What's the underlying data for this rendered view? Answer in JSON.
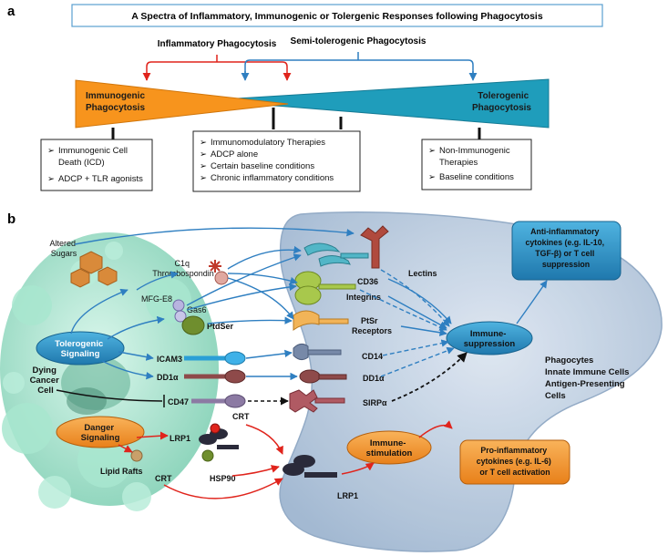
{
  "panel_a": {
    "label": "a",
    "title": "A Spectra of Inflammatory, Immunogenic or Tolergenic Responses following Phagocytosis",
    "inflammatory_label": "Inflammatory Phagocytosis",
    "semi_tolerogenic_label": "Semi-tolerogenic Phagocytosis",
    "immunogenic": [
      "Immunogenic",
      "Phagocytosis"
    ],
    "tolerogenic": [
      "Tolerogenic",
      "Phagocytosis"
    ],
    "box1": {
      "items": [
        [
          "Immunogenic Cell",
          "Death (ICD)"
        ],
        [
          "ADCP + TLR agonists"
        ]
      ]
    },
    "box2": {
      "items": [
        [
          "Immunomodulatory Therapies"
        ],
        [
          "ADCP alone"
        ],
        [
          "Certain baseline conditions"
        ],
        [
          "Chronic inflammatory conditions"
        ]
      ]
    },
    "box3": {
      "items": [
        [
          "Non-Immunogenic",
          "Therapies"
        ],
        [
          "Baseline conditions"
        ]
      ]
    }
  },
  "panel_b": {
    "label": "b",
    "altered_sugars": [
      "Altered",
      "Sugars"
    ],
    "c1q_thrombo": [
      "C1q",
      "Thrombospondin"
    ],
    "mfg_e8": "MFG-E8",
    "gas6": "Gas6",
    "ptdser": "PtdSer",
    "tolerogenic_signaling": [
      "Tolerogenic",
      "Signaling"
    ],
    "icam3": "ICAM3",
    "dd1a_left": "DD1α",
    "cd47": "CD47",
    "dying_cancer_cell": [
      "Dying",
      "Cancer",
      "Cell"
    ],
    "danger_signaling": [
      "Danger",
      "Signaling"
    ],
    "lrp1_left": "LRP1",
    "crt_top": "CRT",
    "lipid_rafts": "Lipid Rafts",
    "crt_bottom": "CRT",
    "hsp90": "HSP90",
    "lectins": "Lectins",
    "cd36": "CD36",
    "integrins": "Integrins",
    "ptsr_receptors": [
      "PtSr",
      "Receptors"
    ],
    "cd14": "CD14",
    "dd1a_right": "DD1α",
    "sirpa": "SIRPα",
    "lrp1_right": "LRP1",
    "immune_suppression": [
      "Immune-",
      "suppression"
    ],
    "immune_stimulation": [
      "Immune-",
      "stimulation"
    ],
    "anti_inflammatory": [
      "Anti-inflammatory",
      "cytokines (e.g. IL-10,",
      "TGF-β) or T cell",
      "suppression"
    ],
    "pro_inflammatory": [
      "Pro-inflammatory",
      "cytokines (e.g. IL-6)",
      "or T cell activation"
    ],
    "phagocytes": [
      "Phagocytes",
      "Innate Immune Cells",
      "Antigen-Presenting",
      "Cells"
    ]
  },
  "colors": {
    "orange": "#f7941d",
    "teal": "#1f9dbb",
    "blue_arrow": "#2f7fc1",
    "red_arrow": "#e0241c",
    "node_blue": "#2f93c7",
    "phagocyte_fill": "#b7c8dd",
    "cancer_cell_fill": "#9fe0c8"
  }
}
